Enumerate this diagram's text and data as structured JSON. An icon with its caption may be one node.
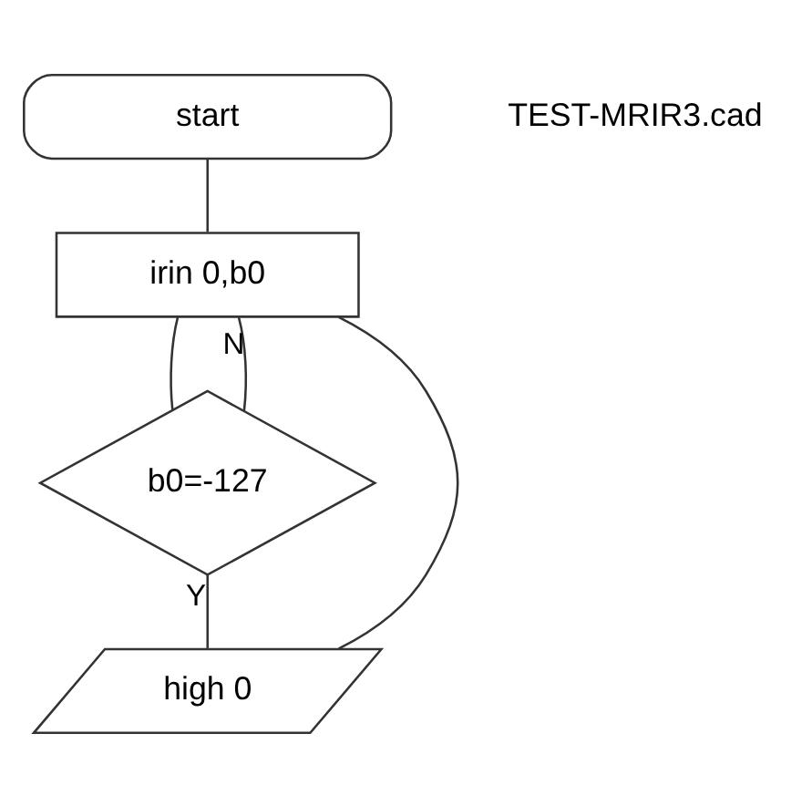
{
  "diagram": {
    "nodes": [
      {
        "text": [
          "start"
        ]
      },
      {
        "text": [
          "irin 0,b0"
        ]
      },
      {
        "text": [
          "b0=-127"
        ]
      },
      {
        "text": [
          "high 0"
        ]
      }
    ],
    "edges": [
      {
        "from": 0,
        "to": 1,
        "arrow": "none"
      },
      {
        "from": 1,
        "to": 2,
        "arrow": "none"
      },
      {
        "from": 2,
        "to": 3,
        "arrow": "none",
        "label": "Y"
      },
      {
        "from": 2,
        "to": 1,
        "arrow": "none",
        "label": "N"
      },
      {
        "from": 3,
        "to": 1,
        "arrow": "none"
      }
    ],
    "labels": [
      "TEST-MRIR3.cad"
    ]
  }
}
